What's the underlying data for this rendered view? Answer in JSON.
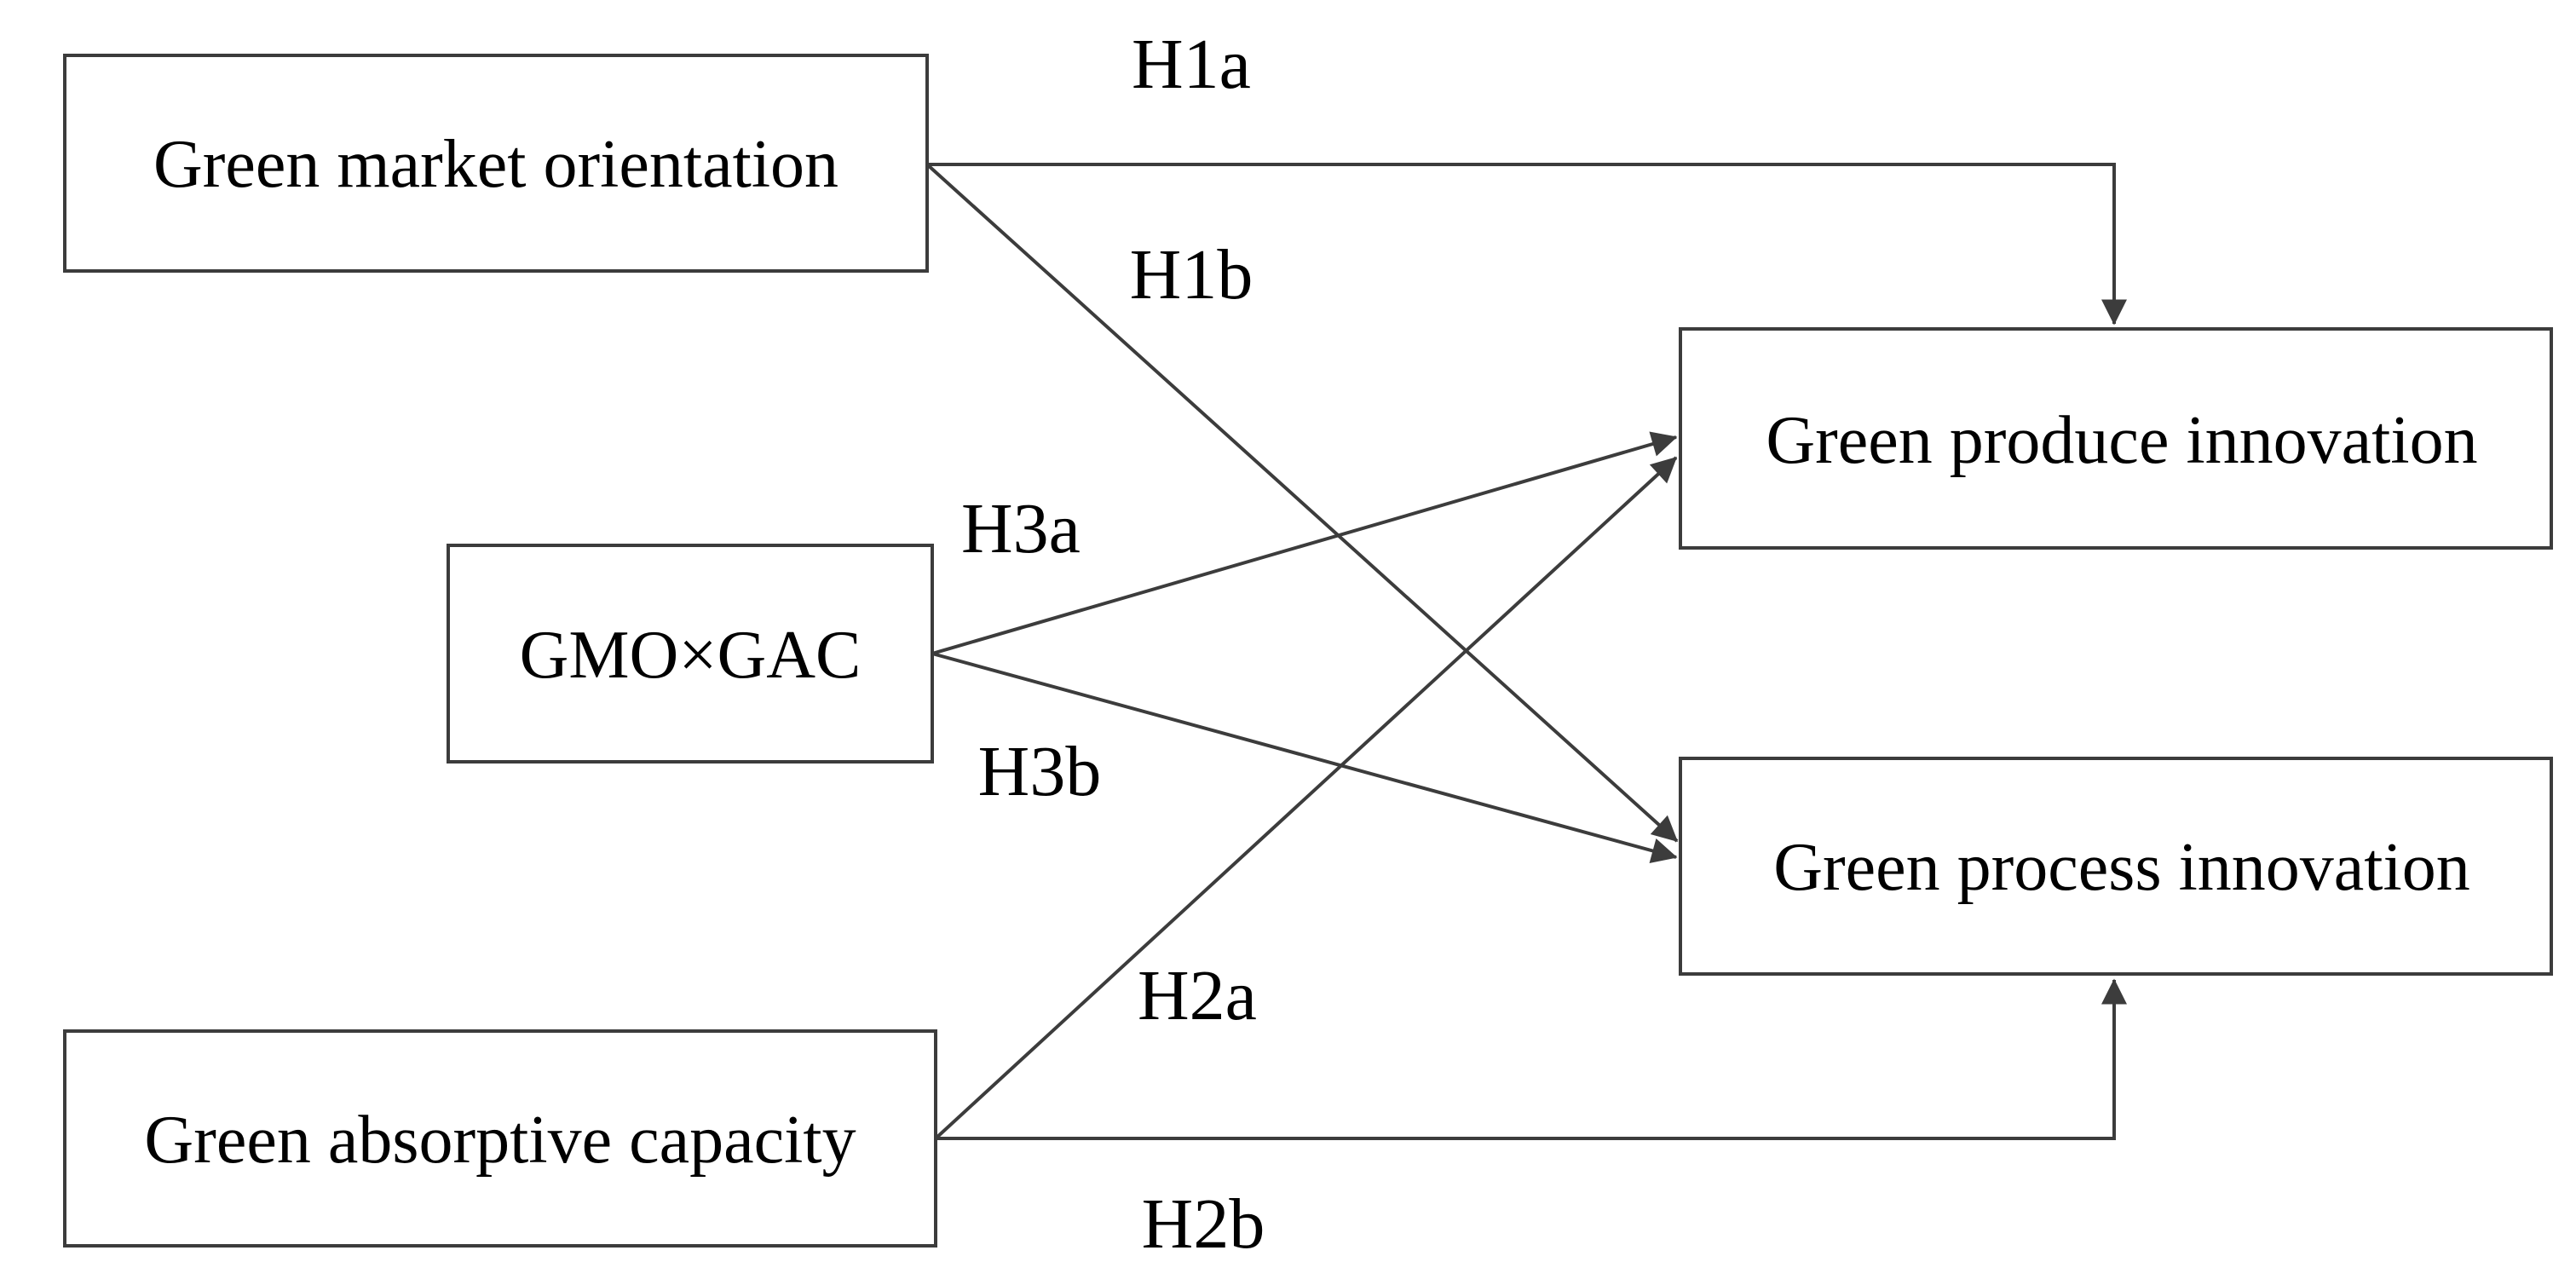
{
  "figure": {
    "type": "diagram",
    "description": "Conceptual research model with hypothesis paths",
    "colors": {
      "background": "#ffffff",
      "line": "#3c3c3c",
      "text": "#000000"
    },
    "nodes": {
      "market": {
        "label": "Green market orientation"
      },
      "interaction": {
        "label": "GMO×GAC"
      },
      "absorptive": {
        "label": "Green absorptive capacity"
      },
      "produce": {
        "label": "Green produce innovation"
      },
      "process": {
        "label": "Green process innovation"
      }
    },
    "hypotheses": {
      "h1a": {
        "label": "H1a",
        "from": "Green market orientation",
        "to": "Green produce innovation"
      },
      "h1b": {
        "label": "H1b",
        "from": "Green market orientation",
        "to": "Green process innovation"
      },
      "h2a": {
        "label": "H2a",
        "from": "Green absorptive capacity",
        "to": "Green produce innovation"
      },
      "h2b": {
        "label": "H2b",
        "from": "Green absorptive capacity",
        "to": "Green process innovation"
      },
      "h3a": {
        "label": "H3a",
        "from": "GMO×GAC",
        "to": "Green produce innovation"
      },
      "h3b": {
        "label": "H3b",
        "from": "GMO×GAC",
        "to": "Green process innovation"
      }
    }
  }
}
